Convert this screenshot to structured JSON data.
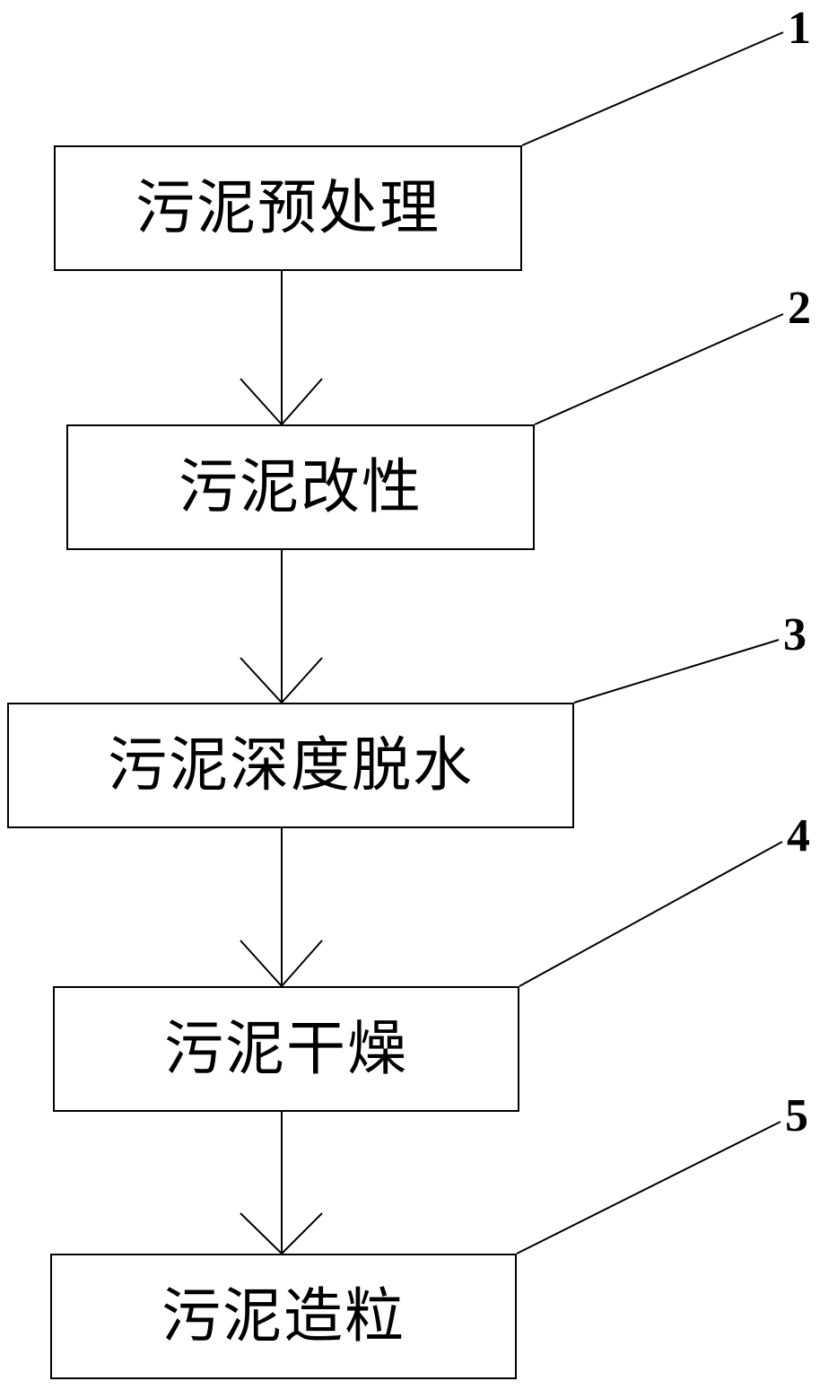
{
  "steps": [
    {
      "number": "1",
      "label": "污泥预处理"
    },
    {
      "number": "2",
      "label": "污泥改性"
    },
    {
      "number": "3",
      "label": "污泥深度脱水"
    },
    {
      "number": "4",
      "label": "污泥干燥"
    },
    {
      "number": "5",
      "label": "污泥造粒"
    }
  ],
  "colors": {
    "line": "#000000",
    "background": "#ffffff"
  }
}
